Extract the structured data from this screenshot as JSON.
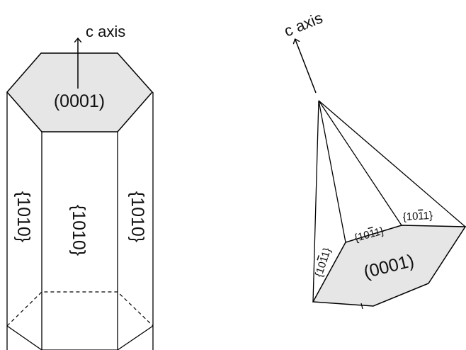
{
  "prism": {
    "axis_label": "c axis",
    "basal_face_label": "(0001)",
    "prism_face_label": "{1010}",
    "colors": {
      "basal_fill": "#e6e6e6",
      "stroke": "#000000"
    }
  },
  "pyramid": {
    "axis_label": "c axis",
    "basal_face_label": "(0001)",
    "pyramidal_face_label_prefix": "{10",
    "pyramidal_face_label_overbar": "1",
    "pyramidal_face_label_suffix": "1}",
    "colors": {
      "basal_fill": "#e6e6e6",
      "stroke": "#000000"
    }
  }
}
